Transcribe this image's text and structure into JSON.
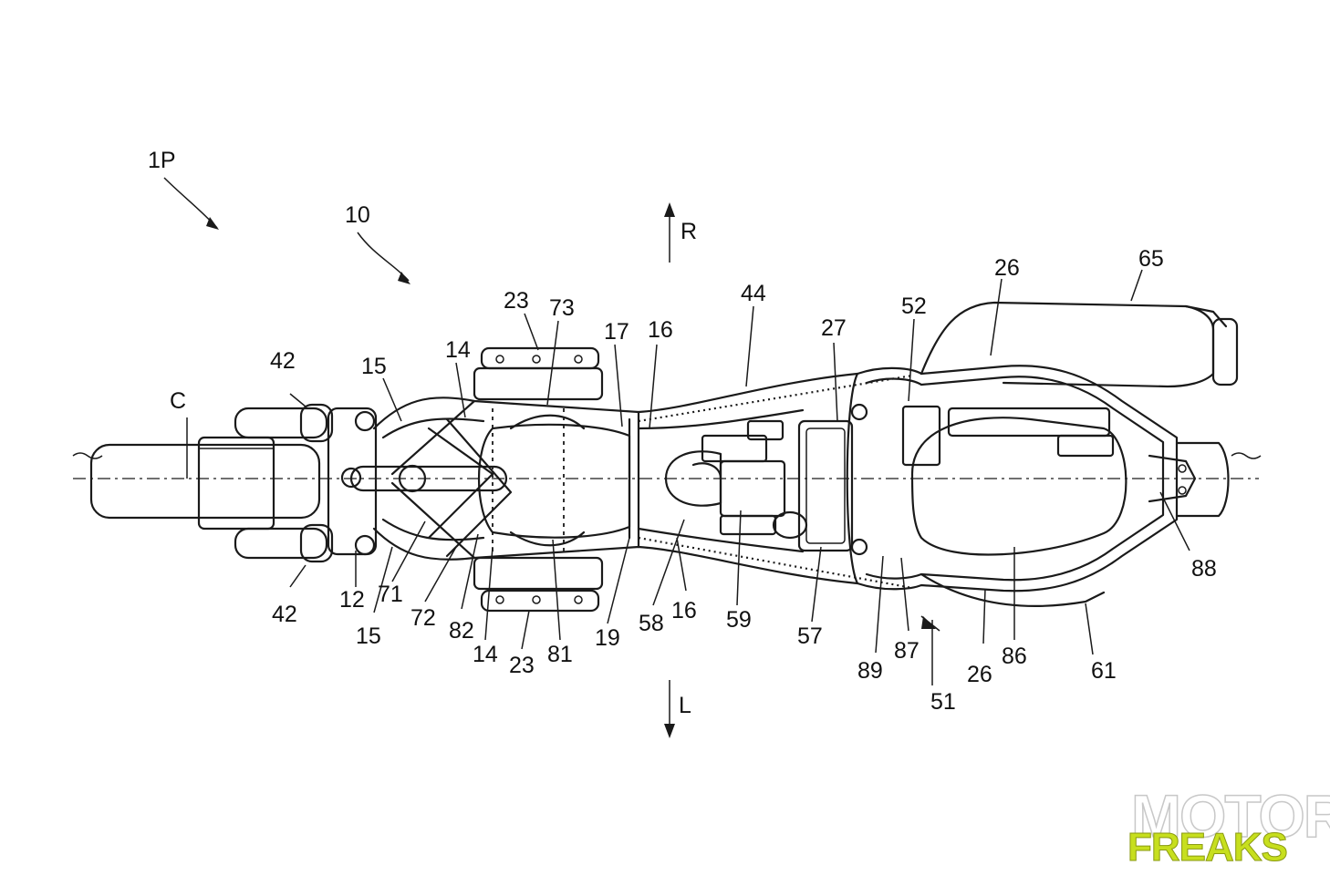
{
  "labels": {
    "fig_mark": "1P",
    "direction_right": "R",
    "direction_left": "L",
    "centerline": "C",
    "l10": "10",
    "l12": "12",
    "l14a": "14",
    "l14b": "14",
    "l15a": "15",
    "l15b": "15",
    "l16a": "16",
    "l16b": "16",
    "l17": "17",
    "l19": "19",
    "l23a": "23",
    "l23b": "23",
    "l26a": "26",
    "l26b": "26",
    "l27": "27",
    "l42a": "42",
    "l42b": "42",
    "l44": "44",
    "l51": "51",
    "l52": "52",
    "l57": "57",
    "l58": "58",
    "l59": "59",
    "l61": "61",
    "l65": "65",
    "l71": "71",
    "l72": "72",
    "l73": "73",
    "l81": "81",
    "l82": "82",
    "l86": "86",
    "l87": "87",
    "l88": "88",
    "l89": "89"
  },
  "watermark": {
    "line1": "MOTOR",
    "line2": "FREAKS",
    "accent_color": "#c7df1e"
  }
}
